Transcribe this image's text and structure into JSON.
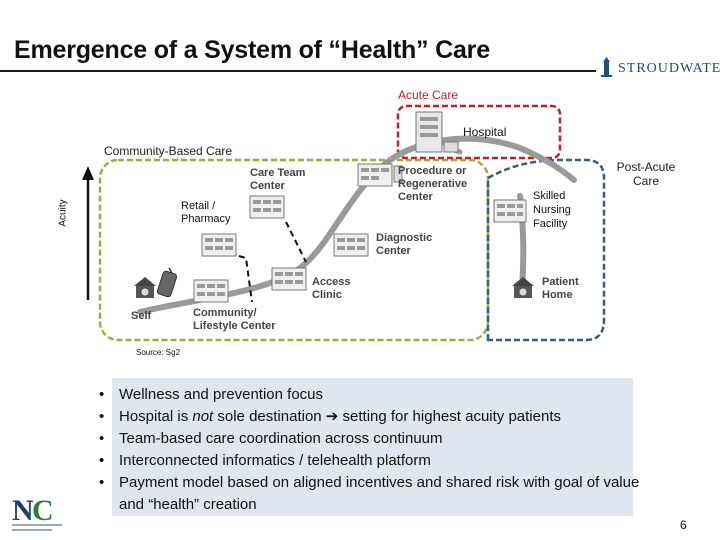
{
  "slide": {
    "title": "Emergence of a System of “Health” Care",
    "logo_text": "STROUDWATER",
    "page_number": "6",
    "source": "Source: Sg2"
  },
  "diagram": {
    "acute_care": "Acute Care",
    "hospital": "Hospital",
    "community_based_care": "Community-Based Care",
    "post_acute_care_line1": "Post-Acute",
    "post_acute_care_line2": "Care",
    "acuity": "Acuity",
    "retail_pharmacy_line1": "Retail /",
    "retail_pharmacy_line2": "Pharmacy",
    "skilled_nursing_line1": "Skilled",
    "skilled_nursing_line2": "Nursing",
    "skilled_nursing_line3": "Facility",
    "care_team_center_line1": "Care Team",
    "care_team_center_line2": "Center",
    "procedure_line1": "Procedure or",
    "procedure_line2": "Regenerative",
    "procedure_line3": "Center",
    "diagnostic_center_line1": "Diagnostic",
    "diagnostic_center_line2": "Center",
    "access_clinic_line1": "Access",
    "access_clinic_line2": "Clinic",
    "patient_home_line1": "Patient",
    "patient_home_line2": "Home",
    "self": "Self",
    "community_lifestyle_line1": "Community/",
    "community_lifestyle_line2": "Lifestyle Center",
    "colors": {
      "acute": "#c0202a",
      "community": "#9aae3c",
      "post_acute": "#2f5f8a",
      "path": "#9a9a9a"
    }
  },
  "bullets": [
    {
      "before": "Wellness and prevention focus",
      "italic": "",
      "after": ""
    },
    {
      "before": "Hospital is ",
      "italic": "not",
      "after": " sole destination ➔ setting for highest acuity patients"
    },
    {
      "before": "Team-based care coordination across continuum",
      "italic": "",
      "after": ""
    },
    {
      "before": "Interconnected informatics / telehealth platform",
      "italic": "",
      "after": ""
    },
    {
      "before": "Payment model based on aligned incentives and shared risk with goal of value and “health” creation",
      "italic": "",
      "after": ""
    }
  ]
}
